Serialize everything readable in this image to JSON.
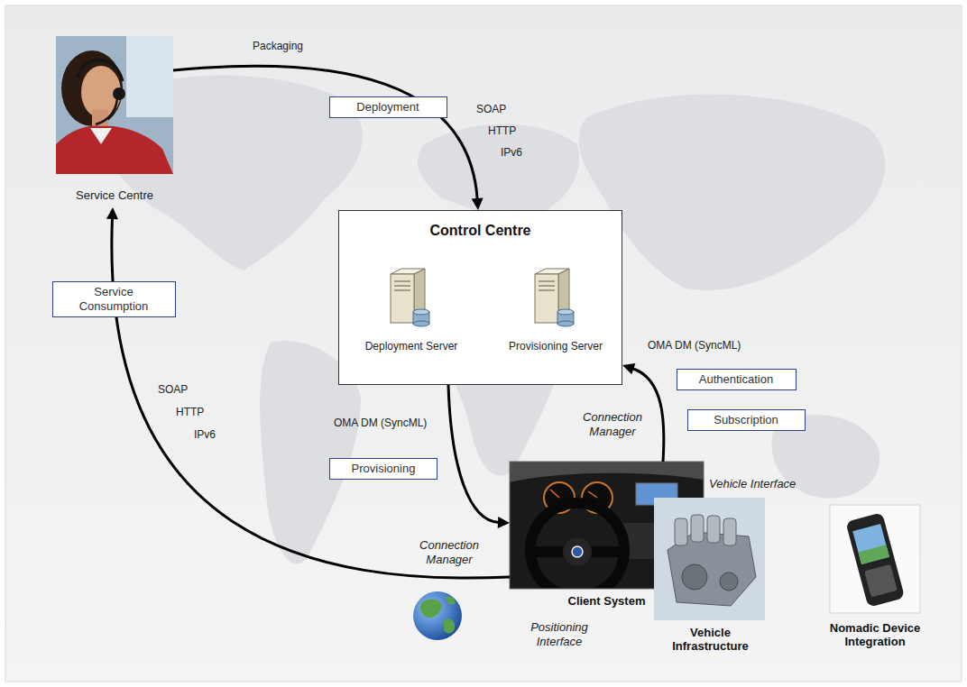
{
  "diagram": {
    "nodes": [
      {
        "text": [
          "Service Centre"
        ]
      },
      {
        "text": [
          "Deployment"
        ]
      },
      {
        "text": [
          "Control Centre"
        ]
      },
      {
        "text": [
          "Deployment Server"
        ],
        "in": 2
      },
      {
        "text": [
          "Provisioning Server"
        ],
        "in": 2
      },
      {
        "text": [
          "Service Consumption"
        ]
      },
      {
        "text": [
          "Authentication"
        ]
      },
      {
        "text": [
          "Subscription"
        ]
      },
      {
        "text": [
          "Provisioning"
        ]
      },
      {
        "text": [
          "Client System"
        ]
      },
      {
        "text": [
          "Vehicle Infrastructure"
        ]
      },
      {
        "text": [
          "Nomadic Device Integration"
        ]
      }
    ],
    "edges": [
      {
        "from": 0,
        "to": 2,
        "arrow": "to"
      },
      {
        "from": 2,
        "to": 9,
        "arrow": "to"
      },
      {
        "from": 9,
        "to": 2,
        "arrow": "to"
      },
      {
        "from": 9,
        "to": 0,
        "arrow": "to"
      }
    ],
    "labels": [
      "Packaging",
      "SOAP",
      "HTTP",
      "IPv6",
      "OMA DM (SyncML)",
      "Connection Manager",
      "SOAP",
      "HTTP",
      "IPv6",
      "OMA DM (SyncML)",
      "Connection Manager",
      "Vehicle Interface",
      "Positioning Interface"
    ]
  }
}
